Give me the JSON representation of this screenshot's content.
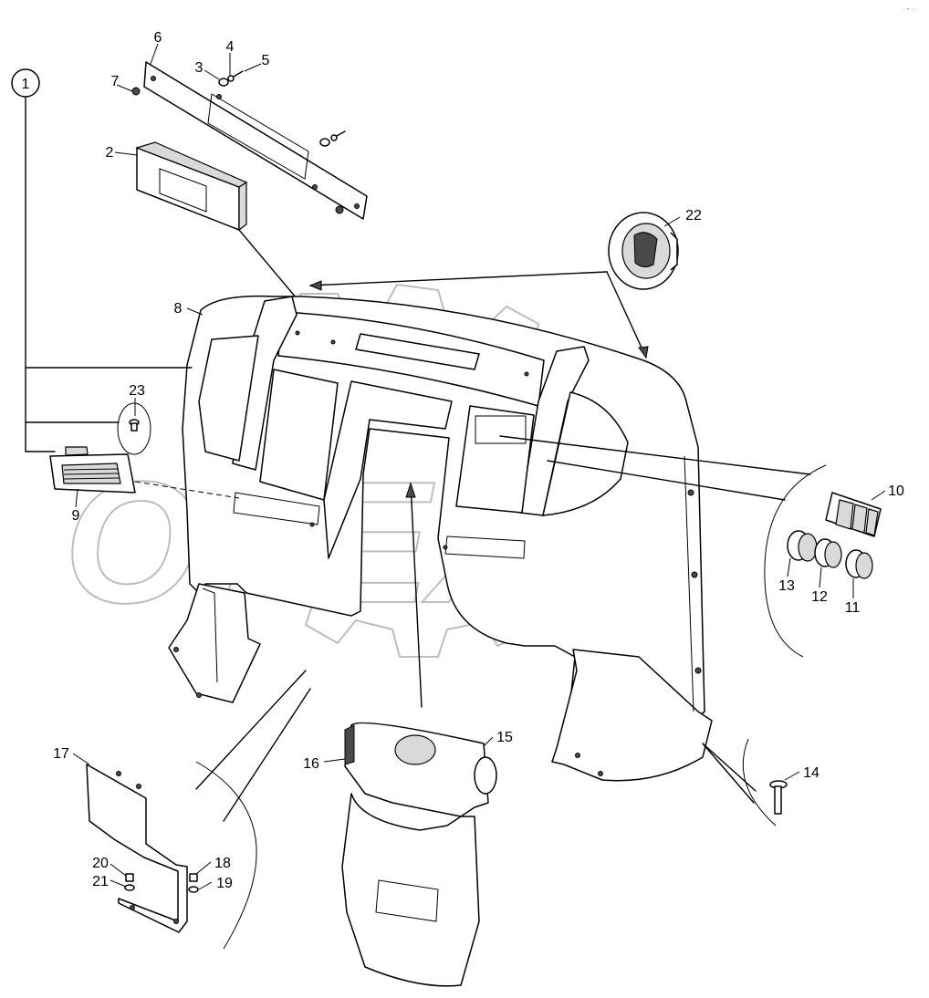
{
  "diagram": {
    "watermark_text": "OPEX",
    "corner_mark": "· ¬ ···",
    "callouts": [
      {
        "id": "c1",
        "label": "1"
      },
      {
        "id": "c2",
        "label": "2"
      },
      {
        "id": "c3",
        "label": "3"
      },
      {
        "id": "c4",
        "label": "4"
      },
      {
        "id": "c5",
        "label": "5"
      },
      {
        "id": "c6",
        "label": "6"
      },
      {
        "id": "c7",
        "label": "7"
      },
      {
        "id": "c8",
        "label": "8"
      },
      {
        "id": "c9",
        "label": "9"
      },
      {
        "id": "c10",
        "label": "10"
      },
      {
        "id": "c11",
        "label": "11"
      },
      {
        "id": "c12",
        "label": "12"
      },
      {
        "id": "c13",
        "label": "13"
      },
      {
        "id": "c14",
        "label": "14"
      },
      {
        "id": "c15",
        "label": "15"
      },
      {
        "id": "c16",
        "label": "16"
      },
      {
        "id": "c17",
        "label": "17"
      },
      {
        "id": "c18",
        "label": "18"
      },
      {
        "id": "c19",
        "label": "19"
      },
      {
        "id": "c20",
        "label": "20"
      },
      {
        "id": "c21",
        "label": "21"
      },
      {
        "id": "c22",
        "label": "22"
      },
      {
        "id": "c23",
        "label": "23"
      }
    ]
  }
}
